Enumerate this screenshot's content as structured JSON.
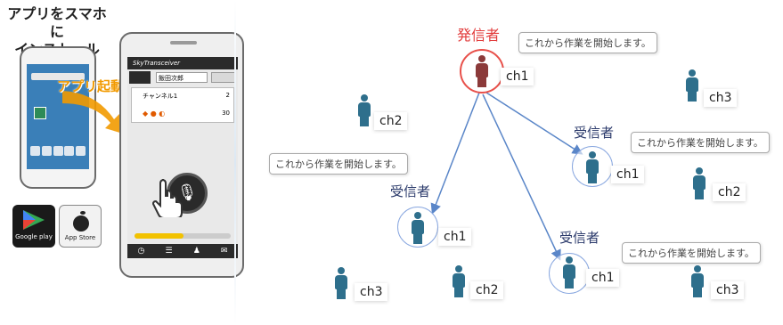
{
  "install": {
    "line1": "アプリをスマホに",
    "line2": "インストール"
  },
  "launch_label": "アプリ起動",
  "stores": {
    "google_play": "Google play",
    "app_store": "App Store"
  },
  "app": {
    "title": "SkyTransceiver",
    "user_name": "飯田次郎",
    "channel_name": "チャンネル1",
    "channel_count": "2",
    "signal": "30"
  },
  "roles": {
    "sender": "発信者",
    "receiver": "受信者"
  },
  "message": "これから作業を開始します。",
  "channels": {
    "ch1": "ch1",
    "ch2": "ch2",
    "ch3": "ch3"
  },
  "colors": {
    "sender_accent": "#e23c3c",
    "receiver_accent": "#2b3a6b",
    "arrow": "#5a86c8"
  }
}
